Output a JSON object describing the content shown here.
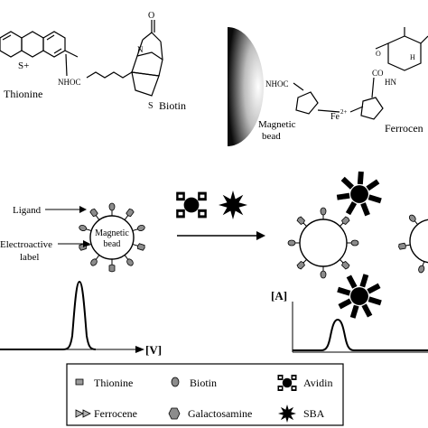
{
  "top_left": {
    "sulfur_label": "S+",
    "amide_label": "NHOC",
    "thionine_label": "Thionine",
    "biotin_label": "Biotin",
    "biotin_o": "O",
    "biotin_s": "S",
    "biotin_n": "N"
  },
  "top_right": {
    "amide_label": "NHOC",
    "iron_label": "Fe",
    "iron_charge": "2+",
    "bead_label_1": "Magnetic",
    "bead_label_2": "bead",
    "co_label": "CO",
    "hn_label": "HN",
    "ferrocene_label": "Ferrocen",
    "o_label": "O",
    "h_label": "H"
  },
  "middle": {
    "ligand_label": "Ligand",
    "electroactive_label_1": "Electroactive",
    "electroactive_label_2": "label",
    "bead_label_1": "Magnetic",
    "bead_label_2": "bead"
  },
  "bottom": {
    "left_axis_label": "[V]",
    "right_axis_label": "[A]"
  },
  "legend": {
    "items": [
      {
        "label": "Thionine",
        "icon": "thionine-icon"
      },
      {
        "label": "Biotin",
        "icon": "biotin-icon"
      },
      {
        "label": "Avidin",
        "icon": "avidin-icon"
      },
      {
        "label": "Ferrocene",
        "icon": "ferrocene-icon"
      },
      {
        "label": "Galactosamine",
        "icon": "galactosamine-icon"
      },
      {
        "label": "SBA",
        "icon": "sba-icon"
      }
    ]
  }
}
